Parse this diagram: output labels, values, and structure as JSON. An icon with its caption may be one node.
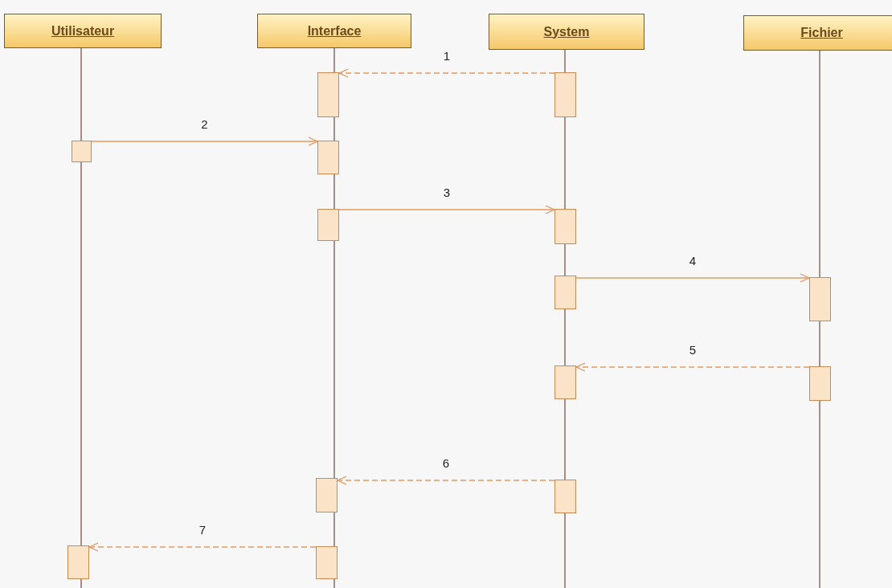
{
  "diagram": {
    "nodes": [
      {
        "text": [
          "Utilisateur"
        ]
      },
      {
        "text": [
          "Interface"
        ]
      },
      {
        "text": [
          "System"
        ]
      },
      {
        "text": [
          "Fichier"
        ]
      },
      {
        "text": [],
        "shape": "bar"
      },
      {
        "text": [],
        "shape": "bar"
      },
      {
        "text": [],
        "shape": "bar"
      },
      {
        "text": [],
        "shape": "bar"
      },
      {
        "text": [],
        "shape": "bar"
      },
      {
        "text": [],
        "shape": "bar"
      },
      {
        "text": [],
        "shape": "bar"
      },
      {
        "text": [],
        "shape": "bar"
      },
      {
        "text": [],
        "shape": "bar"
      },
      {
        "text": [],
        "shape": "bar"
      },
      {
        "text": [],
        "shape": "bar"
      },
      {
        "text": [],
        "shape": "bar"
      },
      {
        "text": [],
        "shape": "bar"
      },
      {
        "text": [],
        "shape": "bar"
      }
    ],
    "edges": [
      {
        "from": 5,
        "to": 4,
        "arrow": "to",
        "label": "1",
        "style": "dashed"
      },
      {
        "from": 6,
        "to": 7,
        "arrow": "to",
        "label": "2"
      },
      {
        "from": 8,
        "to": 9,
        "arrow": "to",
        "label": "3"
      },
      {
        "from": 10,
        "to": 11,
        "arrow": "to",
        "label": "4"
      },
      {
        "from": 13,
        "to": 12,
        "arrow": "to",
        "label": "5",
        "style": "dashed"
      },
      {
        "from": 15,
        "to": 14,
        "arrow": "to",
        "label": "6",
        "style": "dashed"
      },
      {
        "from": 17,
        "to": 16,
        "arrow": "to",
        "label": "7",
        "style": "dashed"
      }
    ]
  }
}
